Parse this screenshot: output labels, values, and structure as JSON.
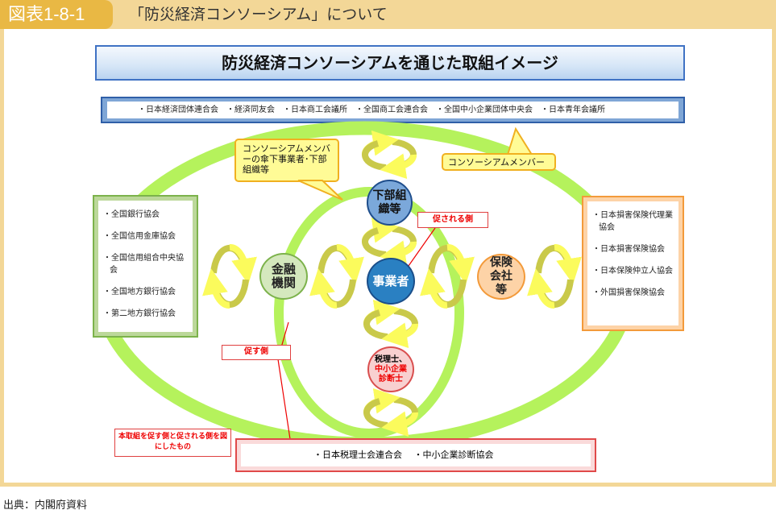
{
  "header": {
    "badge": "図表1-8-1",
    "title": "「防災経済コンソーシアム」について"
  },
  "diagram": {
    "title": "防災経済コンソーシアムを通じた取組イメージ",
    "consortium_orgs": "・日本経済団体連合会　・経済同友会　・日本商工会議所　・全国商工会連合会　・全国中小企業団体中央会　・日本青年会議所",
    "callout_members_sub": "コンソーシアムメンバーの傘下事業者･下部組織等",
    "callout_members": "コンソーシアムメンバー",
    "nodes": {
      "subsidiary": "下部組織等",
      "business": "事業者",
      "finance": "金融機関",
      "insurance": "保険会社等",
      "tax_line1": "税理士、",
      "tax_line2": "中小企業診断士"
    },
    "finance_orgs": [
      "・全国銀行協会",
      "・全国信用金庫協会",
      "・全国信用組合中央協会",
      "・全国地方銀行協会",
      "・第二地方銀行協会"
    ],
    "insurance_orgs": [
      "・日本損害保険代理業協会",
      "・日本損害保険協会",
      "・日本保険仲立人協会",
      "・外国損害保険協会"
    ],
    "tax_orgs": "・日本税理士会連合会　 ・中小企業診断協会",
    "label_promoted": "促される側",
    "label_promoting": "促す側",
    "note": "本取組を促す側と促される側を図にしたもの"
  },
  "source": "出典：内閣府資料",
  "colors": {
    "ring": "#b5f25c",
    "arrow_light": "#fbfb5c",
    "arrow_dark": "#c9c94a"
  }
}
